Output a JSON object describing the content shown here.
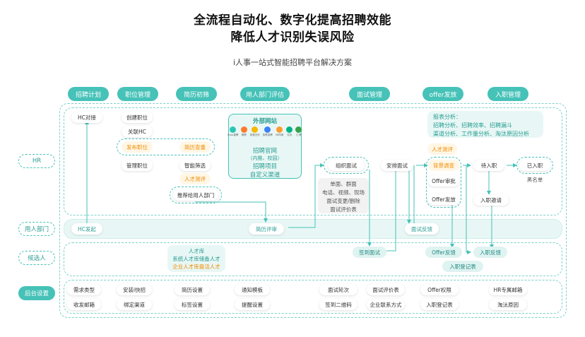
{
  "header": {
    "title_line1": "全流程自动化、数字化提高招聘效能",
    "title_line2": "降低人才识别失误风险",
    "subtitle": "i人事一站式智能招聘平台解决方案"
  },
  "stages": [
    "招聘计划",
    "职位管理",
    "简历初筛",
    "用人部门评估",
    "面试管理",
    "offer发放",
    "入职管理"
  ],
  "roles": [
    "HR",
    "用人部门",
    "候选人",
    "后台设置"
  ],
  "hr": {
    "hc_dock": "HC对接",
    "create_job": "创建职位",
    "link_hc": "关联HC",
    "publish_job": "发布职位",
    "resume_check": "简历查重",
    "manage_job": "管理职位",
    "smart_filter": "智能筛选",
    "talent_eval_1": "人才测评",
    "recommend": "推荐给用人部门",
    "external_title": "外部网站",
    "external_icons": [
      {
        "name": "Boss直聘",
        "color": "#2cc5b8"
      },
      {
        "name": "猎聘",
        "color": "#ff7a28"
      },
      {
        "name": "前程无忧",
        "color": "#f6b800"
      },
      {
        "name": "智联招聘",
        "color": "#3a82f6"
      },
      {
        "name": "58同城",
        "color": "#ff9b2f"
      },
      {
        "name": "拉勾",
        "color": "#00b386"
      },
      {
        "name": "汇博",
        "color": "#35a34a"
      }
    ],
    "ext_line1": "招聘官网",
    "ext_line2": "（内推、校园）",
    "ext_line3": "招聘项目",
    "ext_line4": "自定义渠道",
    "report_title": "报表分析：",
    "report_line1": "招聘分析、招聘效率、招聘漏斗",
    "report_line2": "渠道分析、工作量分析、淘汰原因分析",
    "talent_eval_2": "人才测评",
    "org_interview": "组织面试",
    "interview_types": [
      "单面、群面",
      "电话、视频、现场",
      "面试变更/删除",
      "面试评价表"
    ],
    "arrange_interview": "安排面试",
    "background_check": "背景调查",
    "offer_approve": "Offer审批",
    "offer_send": "Offer发放",
    "pending_onboard": "待入职",
    "onboarded": "已入职",
    "blacklist": "黑名单",
    "onboard_invite": "入职邀请"
  },
  "dept": {
    "hc_initiate": "HC发起",
    "resume_review": "简历评审",
    "interview_feedback": "面试反馈"
  },
  "candidate": {
    "talent_title": "人才库",
    "talent_line1": "系统人才库储备人才",
    "talent_line2": "企业人才库盘活人才",
    "checkin_interview": "签到面试",
    "offer_feedback": "Offer反馈",
    "onboard_feedback": "入职反馈",
    "onboard_form": "入职登记表"
  },
  "settings": {
    "row1": [
      "需求类型",
      "安装i快招",
      "简历设置",
      "通知模板",
      "面试轮次",
      "面试评价表",
      "Offer权限",
      "HR专属邮箱"
    ],
    "row2": [
      "收发邮箱",
      "绑定渠道",
      "标签设置",
      "提醒设置",
      "签到二维码",
      "企业联系方式",
      "入职登记表",
      "淘汰原因"
    ]
  }
}
